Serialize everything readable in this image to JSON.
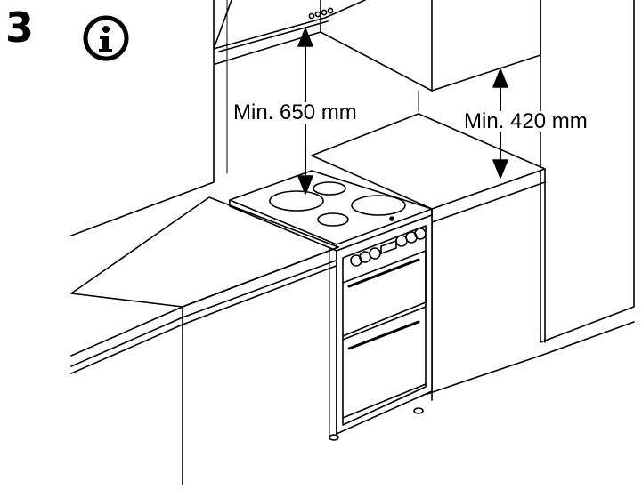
{
  "step": {
    "number": "3"
  },
  "icons": {
    "info": "info-circle-icon"
  },
  "dimensions": {
    "hood_clearance": "Min. 650 mm",
    "cabinet_clearance": "Min. 420 mm"
  },
  "colors": {
    "line": "#000000",
    "background": "#ffffff"
  }
}
